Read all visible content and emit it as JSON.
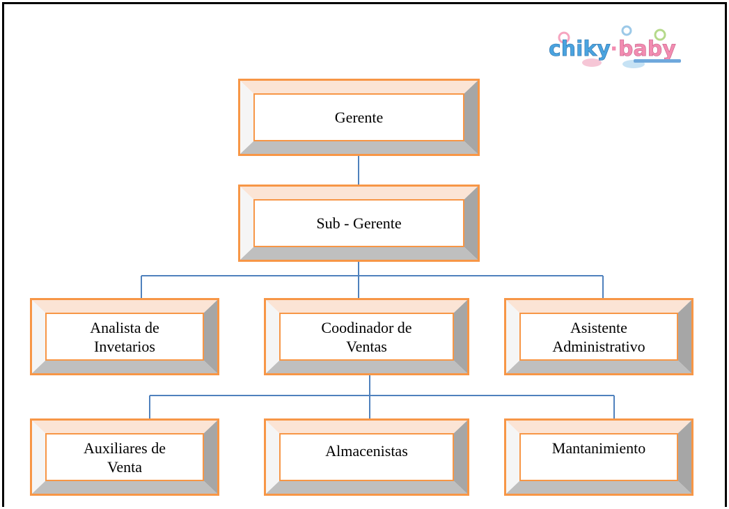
{
  "logo": {
    "text": "chiky-baby"
  },
  "colors": {
    "box_border": "#f79646",
    "bevel_top": "#fbe4d5",
    "bevel_left": "#f5f5f5",
    "bevel_right": "#a6a6a6",
    "bevel_bottom": "#bfbfbf",
    "connector": "#4f81bd"
  },
  "nodes": {
    "gerente": "Gerente",
    "sub_gerente": "Sub - Gerente",
    "analista": "Analista de\nInvetarios",
    "coordinador": "Coodinador de\nVentas",
    "asistente": "Asistente\nAdministrativo",
    "auxiliares": "Auxiliares  de\nVenta",
    "almacenistas": "Almacenistas",
    "mantenimiento": "Mantanimiento"
  }
}
